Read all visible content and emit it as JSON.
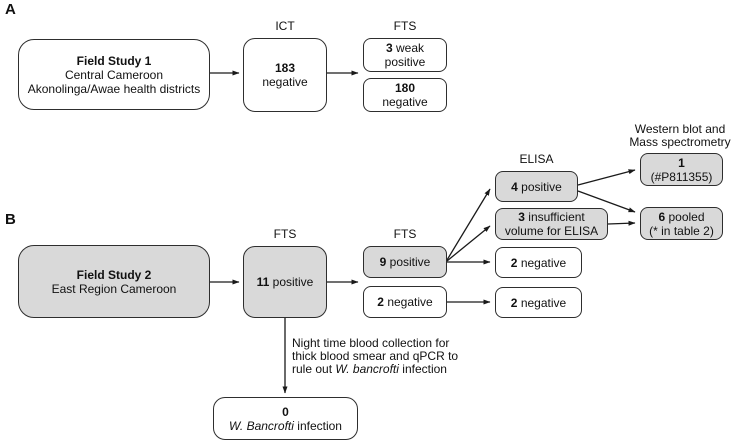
{
  "panel_a": {
    "label": "A",
    "field_study": {
      "title": "Field Study 1",
      "subtitle1": "Central Cameroon",
      "subtitle2": "Akonolinga/Awae health districts"
    },
    "ict_header": "ICT",
    "ict": {
      "count": "183",
      "label": "negative"
    },
    "fts_header": "FTS",
    "weak_positive": {
      "count": "3",
      "after": " weak",
      "line2": "positive"
    },
    "negative": {
      "count": "180",
      "label": "negative"
    }
  },
  "panel_b": {
    "label": "B",
    "field_study": {
      "title": "Field Study 2",
      "subtitle1": "East Region Cameroon"
    },
    "fts_header_1": "FTS",
    "fts_11_positive": {
      "count": "11",
      "after": " positive"
    },
    "fts_header_2": "FTS",
    "fts_9_positive": {
      "count": "9",
      "after": " positive"
    },
    "fts_2_negative": {
      "count": "2",
      "after": " negative"
    },
    "elisa_header": "ELISA",
    "elisa_4_positive": {
      "count": "4",
      "after": " positive"
    },
    "elisa_3_insufficient": {
      "count": "3",
      "after": " insufficient",
      "line2": "volume for ELISA"
    },
    "elisa_2_negative": {
      "count": "2",
      "after": " negative"
    },
    "confirmed_2_negative": {
      "count": "2",
      "after": " negative"
    },
    "western_header": {
      "line1": "Western blot and",
      "line2": "Mass spectrometry"
    },
    "western_1": {
      "count": "1",
      "line2": "(#P811355)"
    },
    "pooled_6": {
      "count": "6",
      "after": " pooled",
      "line2": "(* in table 2)"
    },
    "night_note": {
      "line1": "Night time blood collection for",
      "line2": "thick blood smear and qPCR to",
      "line3_pre": "rule out ",
      "line3_italic": "W. bancrofti",
      "line3_post": " infection"
    },
    "zero_infection": {
      "count": "0",
      "italic": "W. Bancrofti",
      "after": " infection"
    }
  },
  "colors": {
    "gray_fill": "#d9d9d9",
    "white_fill": "#ffffff",
    "border": "#2e2e2e",
    "arrow": "#1a1a1a",
    "text": "#111111"
  }
}
